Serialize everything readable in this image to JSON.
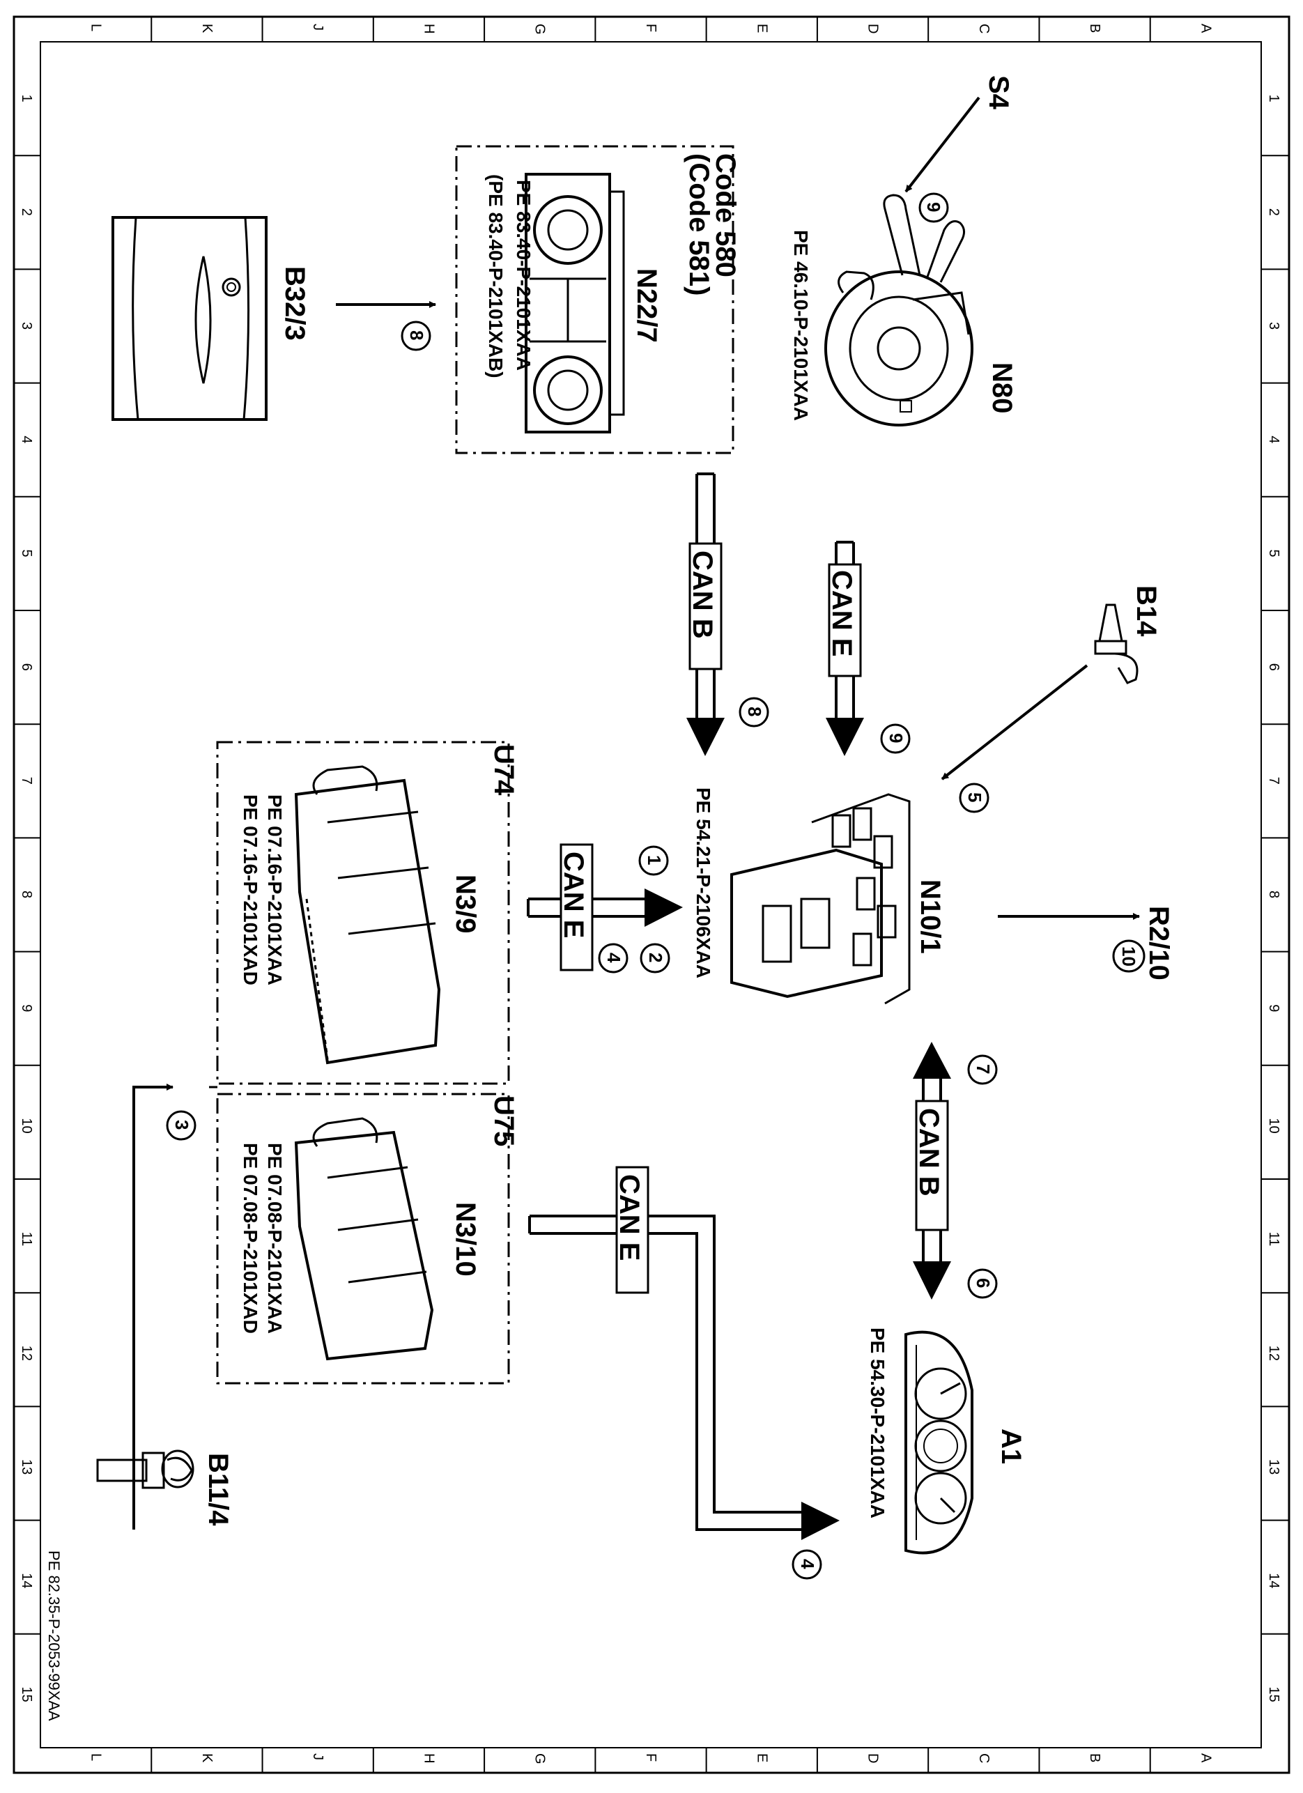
{
  "grid": {
    "columns": [
      "A",
      "B",
      "C",
      "D",
      "E",
      "F",
      "G",
      "H",
      "J",
      "K",
      "L"
    ],
    "rows": [
      "1",
      "2",
      "3",
      "4",
      "5",
      "6",
      "7",
      "8",
      "9",
      "10",
      "11",
      "12",
      "13",
      "14",
      "15"
    ]
  },
  "document_code": "PE 82.35-P-2053-99XAA",
  "components": {
    "s4": "S4",
    "n80": "N80",
    "n80_ref": "PE 46.10-P-2101XAA",
    "n22": "N22/7",
    "code580": "Code 580",
    "code581": "(Code 581)",
    "n22_ref1": "PE 83.40-P-2101XAA",
    "n22_ref2": "(PE 83.40-P-2101XAB)",
    "b32": "B32/3",
    "b14": "B14",
    "n10": "N10/1",
    "n10_ref": "PE 54.21-P-2106XAA",
    "r2": "R2/10",
    "u74": "U74",
    "n3_9": "N3/9",
    "n3_9_ref1": "PE 07.16-P-2101XAA",
    "n3_9_ref2": "PE 07.16-P-2101XAD",
    "u75": "U75",
    "n3_10": "N3/10",
    "n3_10_ref1": "PE 07.08-P-2101XAA",
    "n3_10_ref2": "PE 07.08-P-2101XAD",
    "a1": "A1",
    "a1_ref": "PE 54.30-P-2101XAA",
    "b11": "B11/4"
  },
  "buses": {
    "can_b_top": "CAN B",
    "can_e_top": "CAN E",
    "can_e_mid": "CAN E",
    "can_e_low": "CAN E",
    "can_b_low": "CAN B"
  },
  "callouts": {
    "c9": "9",
    "c8a": "8",
    "c8b": "8",
    "c9b": "9",
    "c5": "5",
    "c1": "1",
    "c2": "2",
    "c4a": "4",
    "c10": "10",
    "c3": "3",
    "c7": "7",
    "c6": "6",
    "c4b": "4"
  }
}
